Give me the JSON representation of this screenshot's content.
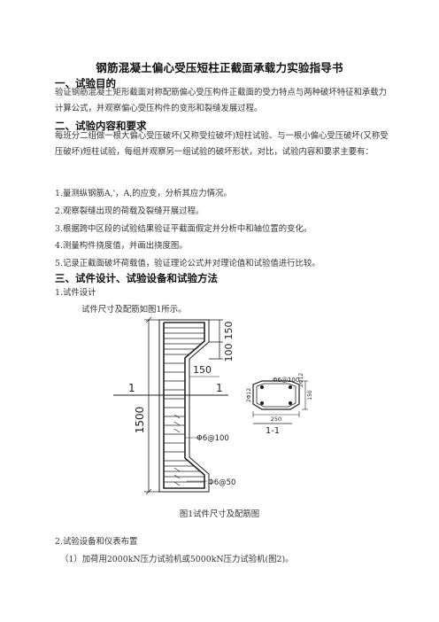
{
  "doc": {
    "title": "钢筋混凝土偏心受压短柱正截面承载力实验指导书",
    "s1": {
      "heading": "一、试验目的",
      "text": "验证钢筋混凝土矩形截面对称配筋偏心受压构件正截面的受力特点与两种破坏特征和承载力计算公式，并观察偏心受压构件的变形和裂缝发展过程。"
    },
    "s2": {
      "heading": "二、试验内容和要求",
      "text": "每班分二组做一根大偏心受压破坏(又称受拉破坏)短柱试验、与一根小偏心受压破坏(又称受压破坏)短柱试验，每组并观察另一组试验的破坏形状，对比，试验内容和要求主要有：",
      "items": [
        "1.量测纵钢筋A,'，A,的应变，分析其应力情况。",
        "2.观察裂缝出现的荷载及裂缝开展过程。",
        "3.根据跨中区段的试验结果验证平截面假定并分析中和轴位置的变化。",
        "4.测量构件挠度值，并画出挠度图。",
        "5.记录正截面破坏荷载值，验证理论公式并对理论值和试验值进行比较。"
      ]
    },
    "s3": {
      "heading": "三、试件设计、试验设备和试验方法",
      "sub1": "1.试件设计",
      "sub1_text": "试件尺寸及配筋如图1所示。",
      "sub2": "2.试验设备和仪表布置",
      "sub2_item": "（1）加荷用2000kN压力试验机或5000kN压力试验机(图2)。"
    }
  },
  "figure": {
    "caption": "图1试件尺寸及配筋图",
    "labels": {
      "section_left": "1",
      "section_right": "1",
      "height_total": "1500",
      "dim_top_150": "150",
      "dim_100": "100",
      "dim_150_mid": "150",
      "stirrup_100": "Φ6@100",
      "stirrup_50": "Φ6@50",
      "sec_stirrup": "Φ6@100",
      "sec_bar_left": "2Φ12",
      "sec_bar_right": "2Φ12",
      "sec_width": "250",
      "sec_height": "150",
      "sec_title": "1-1"
    }
  }
}
